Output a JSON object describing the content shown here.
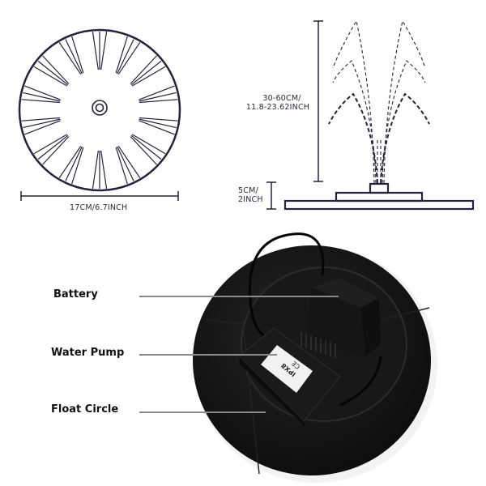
{
  "top_view": {
    "diameter_label": "17CM/6.7INCH"
  },
  "side_view": {
    "spray_height_label_line1": "30-60CM/",
    "spray_height_label_line2": "11.8-23.62INCH",
    "base_height_label_line1": "5CM/",
    "base_height_label_line2": "2INCH"
  },
  "product_photo": {
    "label_marks": [
      "CE",
      "IPX8"
    ],
    "callouts": [
      {
        "label": "Battery"
      },
      {
        "label": "Water Pump"
      },
      {
        "label": "Float Circle"
      }
    ]
  },
  "colors": {
    "line": "#23233a",
    "product": "#141414",
    "leader": "#8a8a8a"
  }
}
